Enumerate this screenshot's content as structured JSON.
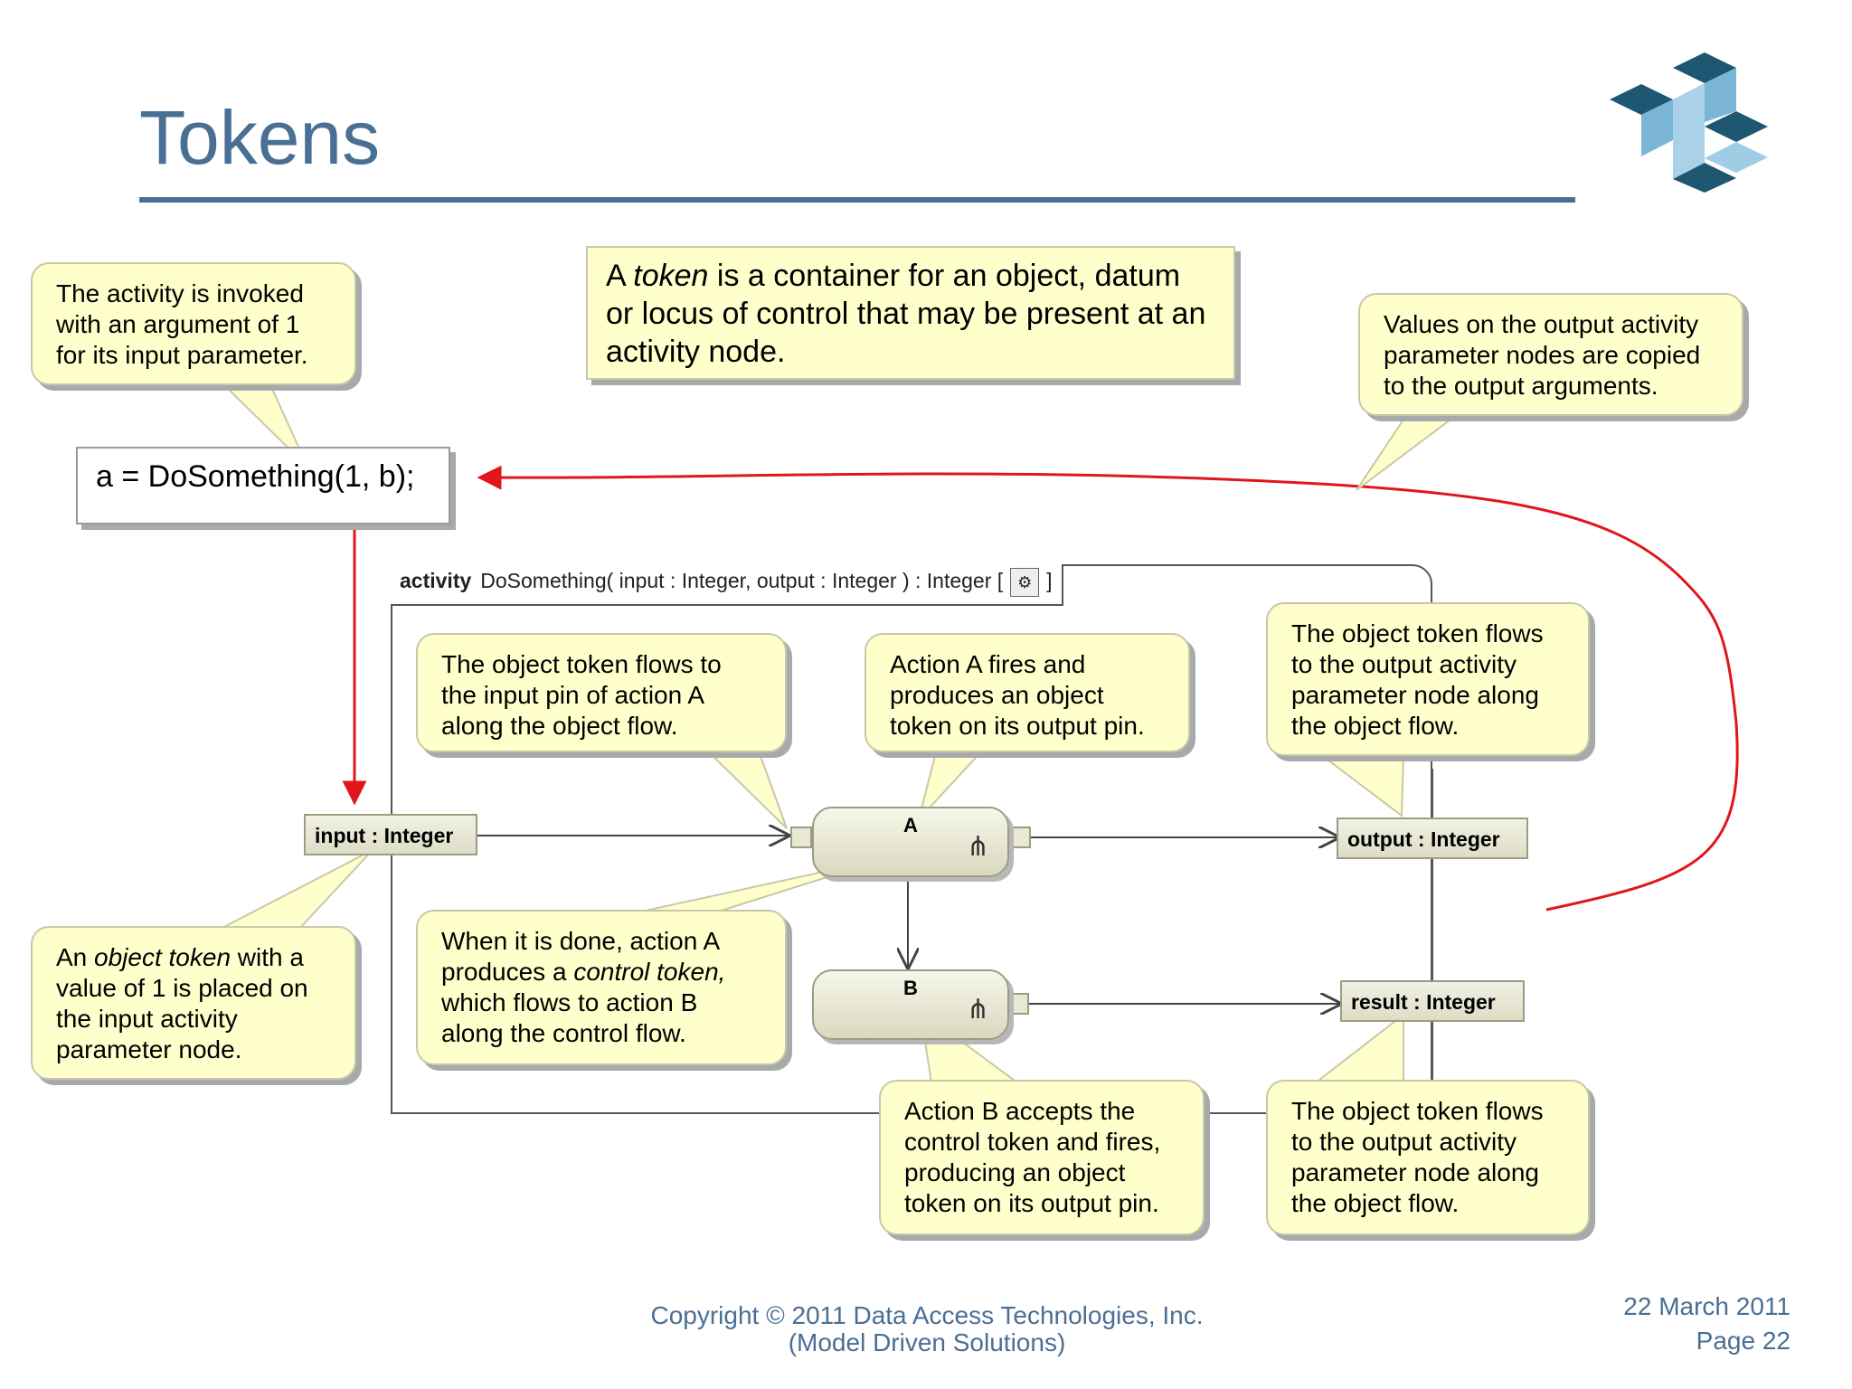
{
  "slide": {
    "title": "Tokens",
    "footer": {
      "copyright": "Copyright © 2011 Data Access Technologies, Inc.",
      "company": "(Model Driven Solutions)",
      "date": "22 March 2011",
      "page": "Page 22"
    }
  },
  "definition": {
    "prefix": "A ",
    "term": "token",
    "rest": " is a container for an object, datum or locus of control that may be present at an activity node."
  },
  "code": "a = DoSomething(1, b);",
  "callouts": {
    "invoked": "The activity is invoked with an argument of 1 for its input parameter.",
    "output_values": "Values on the output activity parameter nodes are copied to the output arguments.",
    "flows_to_pin": "The object token flows to the input pin of action A along the object flow.",
    "a_fires": "Action A fires and produces an object token on its output pin.",
    "flows_to_output": "The object token flows to the output activity parameter node along the object flow.",
    "object_token_pre": "An ",
    "object_token_term": "object token",
    "object_token_post": " with a value of 1 is placed on the input activity parameter node.",
    "control_pre": "When it is done, action A produces a ",
    "control_term": "control token,",
    "control_post": " which flows to action B along the control flow.",
    "b_accepts": "Action B accepts the control token and fires, producing an object token on its output pin.",
    "flows_to_result": "The object token flows to the output activity parameter node along the object flow."
  },
  "activity": {
    "keyword": "activity",
    "signature": "DoSomething( input : Integer, output : Integer ) : Integer [",
    "signature_end": "]",
    "params": {
      "input": "input : Integer",
      "output": "output : Integer",
      "result": "result : Integer"
    },
    "actions": {
      "a": "A",
      "b": "B"
    }
  },
  "colors": {
    "title": "#4a6f94",
    "callout_fill": "#ffffcc",
    "arrow_red": "#e0161b"
  },
  "icons": [
    "logo-mark",
    "fork-icon",
    "activity-diagram-icon"
  ]
}
